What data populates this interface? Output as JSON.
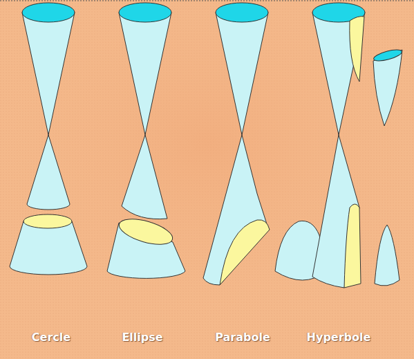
{
  "diagram": {
    "labels": [
      "Cercle",
      "Ellipse",
      "Parabole",
      "Hyperbole"
    ]
  }
}
